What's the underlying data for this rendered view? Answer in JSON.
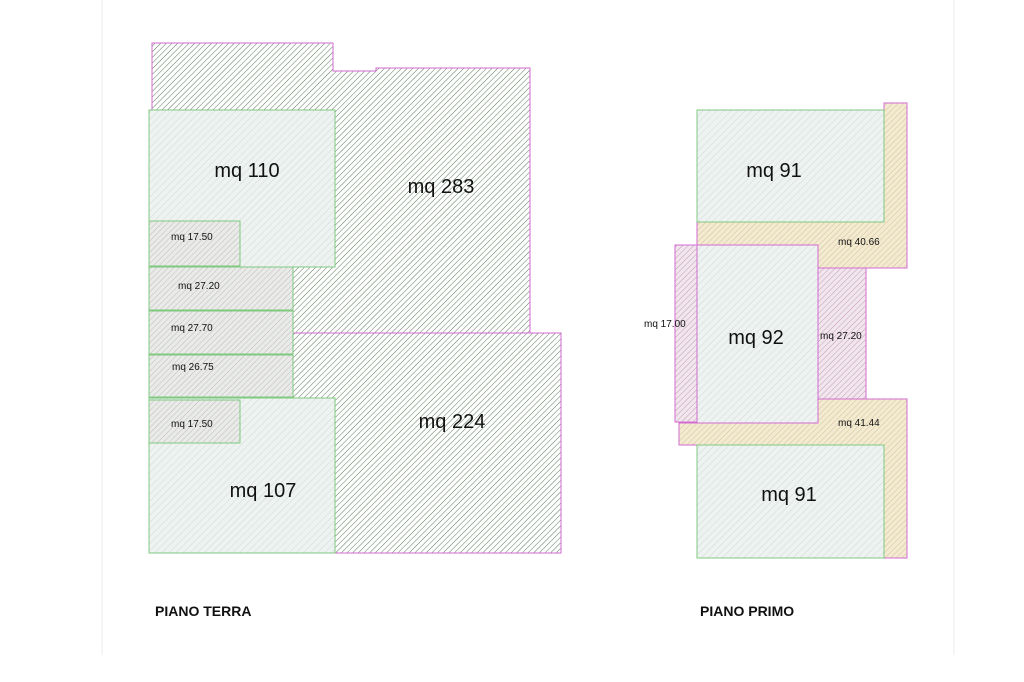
{
  "colors": {
    "green_line": "#7fc97f",
    "magenta_line": "#d36bd3",
    "hatch_dark": "#4a6a4a",
    "fill_light": "#eef3f2",
    "fill_tan": "#f3ead2"
  },
  "ground_floor": {
    "title": "PIANO TERRA",
    "rooms": {
      "big_upper": "mq 283",
      "big_lower": "mq 224",
      "unit_upper": "mq 110",
      "unit_lower": "mq 107",
      "strip_1": "mq 17.50",
      "strip_2": "mq 27.20",
      "strip_3": "mq 27.70",
      "strip_4": "mq 26.75",
      "strip_5": "mq 17.50"
    }
  },
  "first_floor": {
    "title": "PIANO PRIMO",
    "rooms": {
      "top_unit": "mq 91",
      "mid_unit": "mq 92",
      "bottom_unit": "mq 91",
      "tan_top": "mq 40.66",
      "tan_bottom": "mq 41.44",
      "left_strip": "mq 17.00",
      "right_strip": "mq 27.20"
    }
  }
}
